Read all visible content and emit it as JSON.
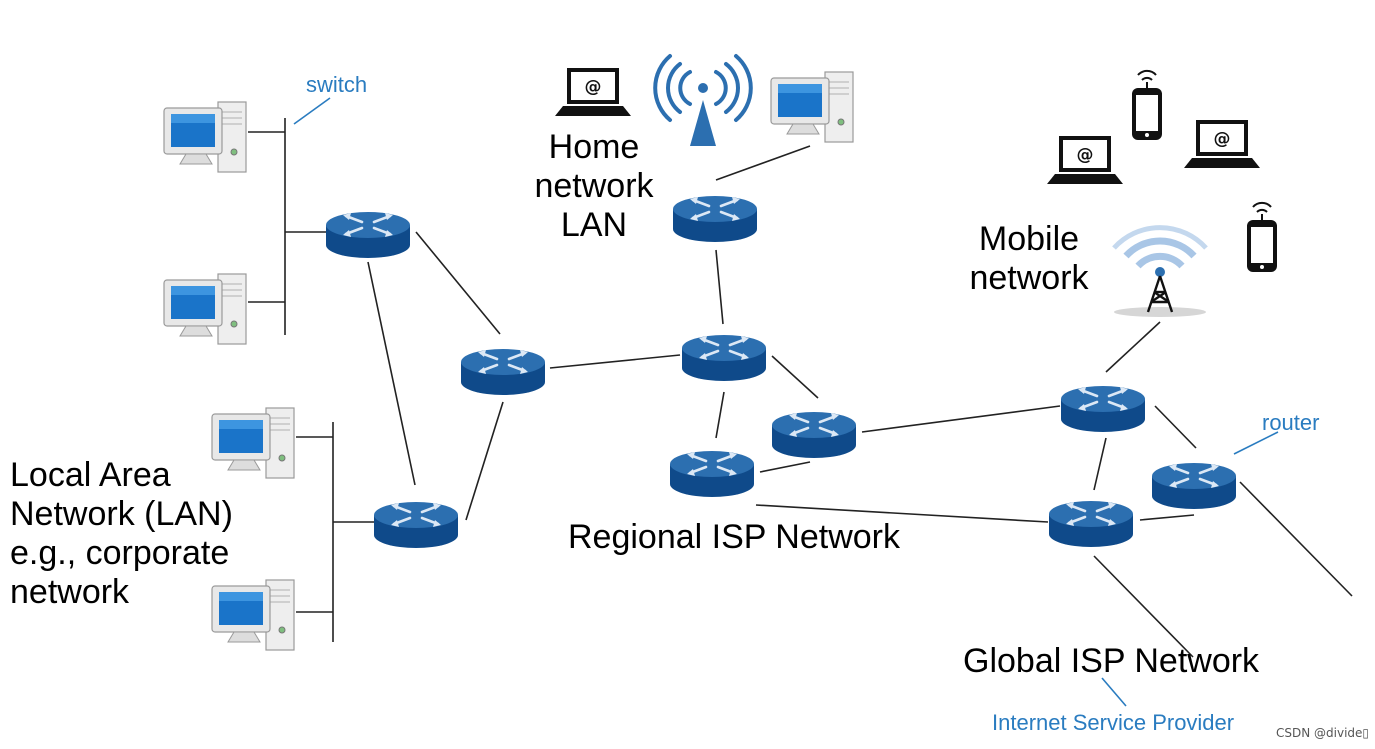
{
  "labels": {
    "switch": "switch",
    "home_network": [
      "Home",
      "network",
      "LAN"
    ],
    "mobile_network": [
      "Mobile",
      "network"
    ],
    "local_area_network": [
      "Local Area",
      "Network (LAN)",
      "e.g., corporate",
      "network"
    ],
    "regional_isp": "Regional ISP Network",
    "global_isp": "Global ISP Network",
    "router": "router",
    "isp_expansion": "Internet Service Provider",
    "watermark": "CSDN @divide▯"
  },
  "colors": {
    "router_top": "#2c6fb0",
    "router_side": "#0f4a8a",
    "link_line": "#222222",
    "annotation": "#2a7cc0"
  }
}
